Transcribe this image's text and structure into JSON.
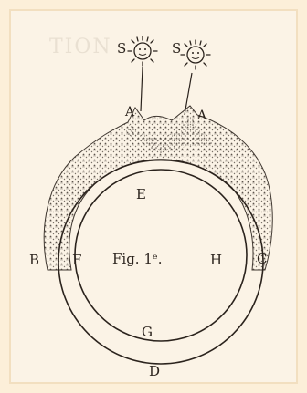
{
  "labels": {
    "s_left": "S",
    "s_right": "S",
    "a_left": "A",
    "a_right": "A",
    "e": "E",
    "b": "B",
    "f": "F",
    "fig": "Fig. 1ᵉ.",
    "h": "H",
    "c": "C",
    "g": "G",
    "d": "D"
  },
  "faint_heading": "TION",
  "colors": {
    "ink": "#2b231d",
    "paper": "#fbf3e6",
    "border": "#fcefd9"
  }
}
